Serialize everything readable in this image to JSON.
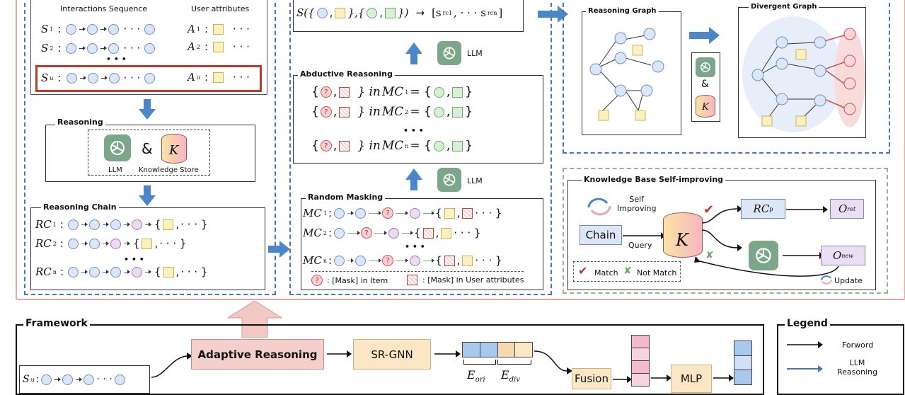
{
  "top_left": {
    "interactions_header": "Interactions Sequence",
    "attributes_header": "User attributes",
    "rows": [
      {
        "seq_label": "S",
        "seq_sub": "1",
        "attr_label": "A",
        "attr_sub": "1",
        "ellipsis": "· · ·"
      },
      {
        "seq_label": "S",
        "seq_sub": "2",
        "attr_label": "A",
        "attr_sub": "2",
        "ellipsis": "· · ·"
      },
      {
        "seq_label": "S",
        "seq_sub": "u",
        "attr_label": "A",
        "attr_sub": "u",
        "ellipsis": "· · ·"
      }
    ],
    "vdots": "• • •"
  },
  "reasoning": {
    "title": "Reasoning",
    "llm_label": "LLM",
    "amp": "&",
    "k_label": "K",
    "knowledge_label": "Knowledge Store"
  },
  "reasoning_chain": {
    "title": "Reasoning Chain",
    "rows": [
      {
        "label": "RC",
        "sub": "1",
        "tail": "· · · }"
      },
      {
        "label": "RC",
        "sub": "2",
        "tail": "· · · }"
      },
      {
        "label": "RC",
        "sub": "n",
        "tail": "· · · }"
      }
    ],
    "vdots": "• • •"
  },
  "summarize": {
    "formula_left": "S({",
    "formula_mid": "},{",
    "formula_right": "})",
    "result_open": "[s",
    "result_sub1": "rc",
    "result_sub1b": "1",
    "result_mid": ", · · · s",
    "result_sub2": "rc",
    "result_sub2b": "n",
    "result_close": "]"
  },
  "llm_top": "LLM",
  "llm_mid": "LLM",
  "abductive": {
    "title": "Abductive Reasoning",
    "rows": [
      {
        "prefix": "{",
        "mid": "} in",
        "mc": "MC",
        "sub": "1",
        "eq": "= {"
      },
      {
        "prefix": "{",
        "mid": "} in",
        "mc": "MC",
        "sub": "2",
        "eq": "= {"
      },
      {
        "prefix": "{",
        "mid": "} in",
        "mc": "MC",
        "sub": "n",
        "eq": "= {"
      }
    ],
    "vdots": "• • •"
  },
  "masking": {
    "title": "Random Masking",
    "rows": [
      {
        "mc": "MC",
        "sub": "1"
      },
      {
        "mc": "MC",
        "sub": "2"
      },
      {
        "mc": "MC",
        "sub": "n"
      }
    ],
    "vdots": "• • •",
    "legend_item": ": [Mask] in Item",
    "legend_attr": ": [Mask] in User attributes"
  },
  "graphs": {
    "reasoning_title": "Reasoning Graph",
    "divergent_title": "Divergent Graph",
    "amp": "&",
    "k_label": "K"
  },
  "kb": {
    "title": "Knowledge Base Self-improving",
    "self_improving": "Self\nImproving",
    "chain": "Chain",
    "query": "Query",
    "k_label": "K",
    "rcp": "RC",
    "rcp_sub": "p",
    "oret": "O",
    "oret_sub": "ret",
    "onew": "O",
    "onew_sub": "new",
    "match": "Match",
    "not_match": "Not Match",
    "update": "Update"
  },
  "framework": {
    "title": "Framework",
    "adaptive": "Adaptive Reasoning",
    "srgnn": "SR-GNN",
    "fusion": "Fusion",
    "mlp": "MLP",
    "e_ori": "E",
    "e_ori_sub": "ori",
    "e_div": "E",
    "e_div_sub": "div",
    "su": "S",
    "su_sub": "u"
  },
  "legend": {
    "title": "Legend",
    "forward": "Forword",
    "llm_reasoning": "LLM\nReasoning"
  },
  "colors": {
    "blue_arrow": "#4a86c8",
    "red_border": "#c0392b",
    "pink_arrow": "#f3c7c3",
    "adaptive_fill": "#f4cfcc",
    "srgnn_fill": "#fbe7c6",
    "fusion_fill": "#fbe7c6",
    "mlp_fill": "#fbe7c6"
  }
}
